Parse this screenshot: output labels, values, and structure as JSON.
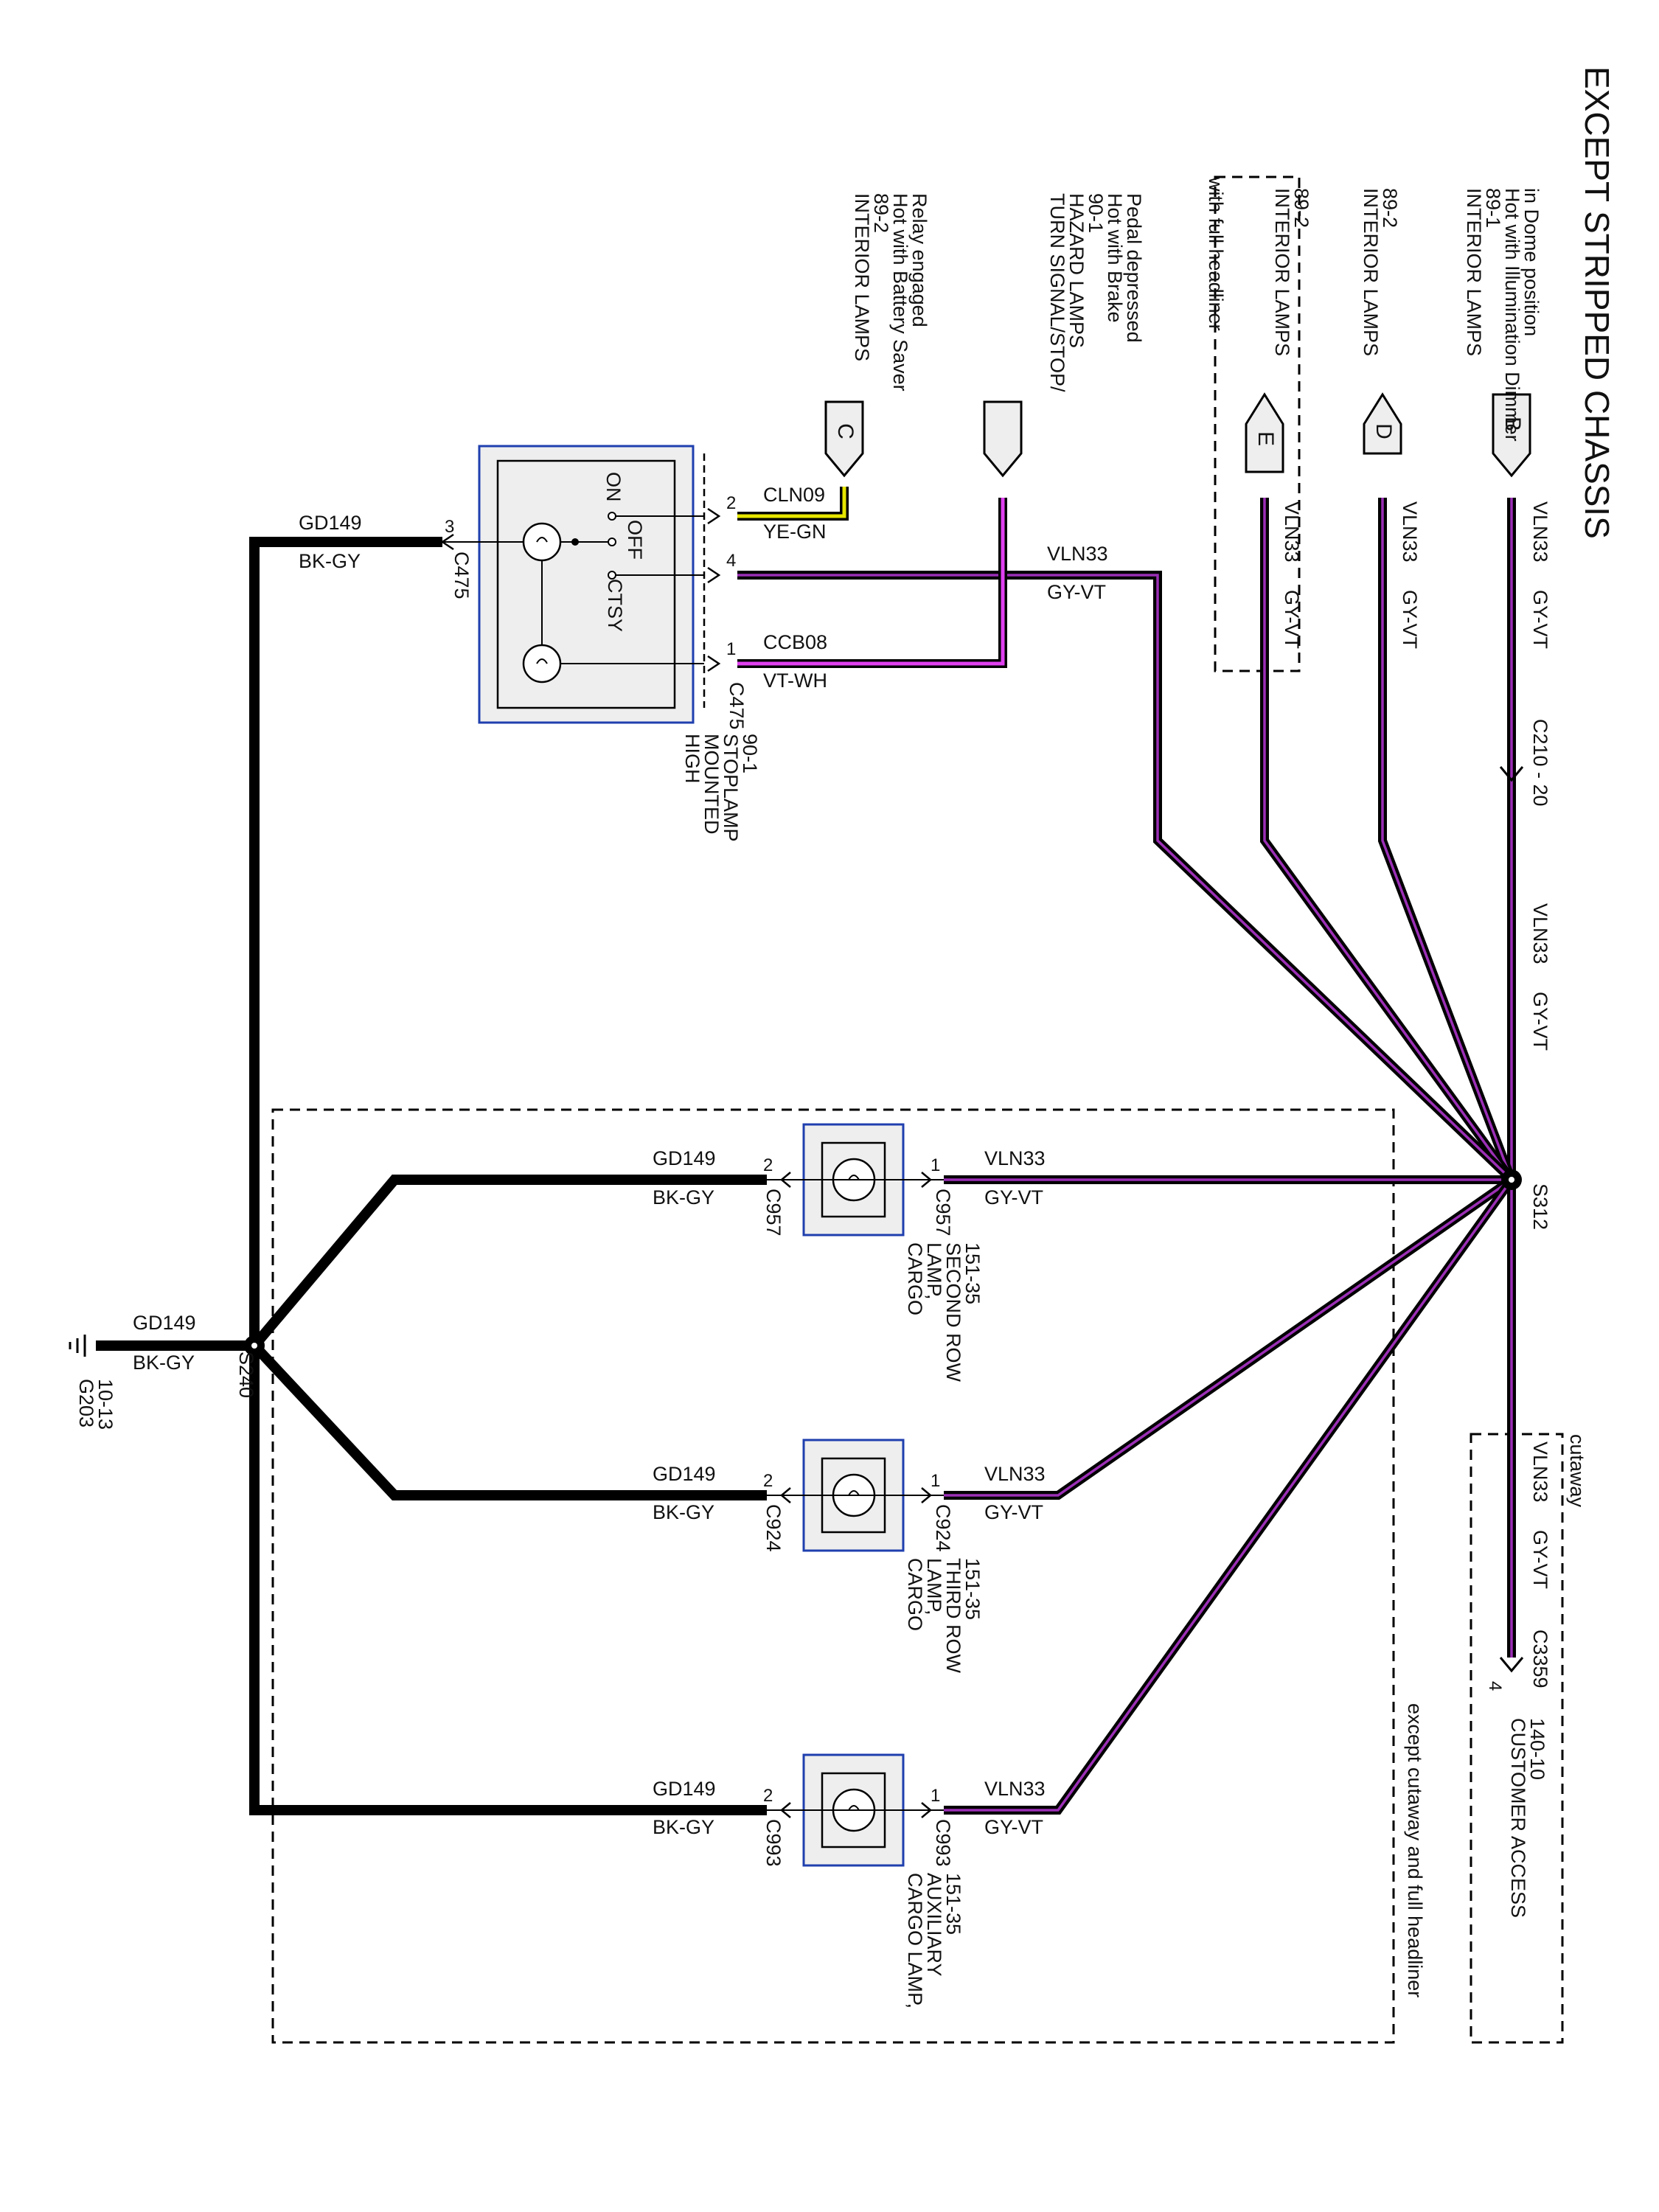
{
  "title": "EXCEPT STRIPPED CHASSIS",
  "colors": {
    "wire_black": "#000000",
    "wire_violet": "#9b2fb5",
    "wire_yellow": "#e6e600",
    "box_border": "#1f3fae",
    "box_fill": "#eeeeee"
  },
  "sources": {
    "b": {
      "letter": "B",
      "lines": [
        "INTERIOR LAMPS",
        "89-1",
        "Hot with Illumination Dimmer",
        "in Dome position"
      ]
    },
    "d": {
      "letter": "D",
      "lines": [
        "INTERIOR LAMPS",
        "89-2"
      ]
    },
    "e": {
      "letter": "E",
      "lines": [
        "INTERIOR LAMPS",
        "89-2"
      ]
    },
    "e_note": "with full headliner",
    "turn": {
      "lines": [
        "TURN SIGNAL/STOP/",
        "HAZARD LAMPS",
        "90-1",
        "Hot with Brake",
        "Pedal depressed"
      ]
    },
    "c": {
      "letter": "C",
      "lines": [
        "INTERIOR LAMPS",
        "89-2",
        "Hot with Battery Saver",
        "Relay engaged"
      ]
    }
  },
  "wires": {
    "vln33": "VLN33",
    "gy_vt": "GY-VT",
    "gy_vt_alt": "GY-VT",
    "gd149": "GD149",
    "bk_gy": "BK-GY",
    "cln09": "CLN09",
    "ye_gn": "YE-GN",
    "ccb08": "CCB08",
    "vt_wh": "VT-WH"
  },
  "connectors": {
    "c210": "C210 - 20",
    "c3359": "C3359",
    "c475": "C475",
    "c957": "C957",
    "c924": "C924",
    "c993": "C993"
  },
  "pins": {
    "p1": "1",
    "p2": "2",
    "p3": "3",
    "p4": "4"
  },
  "splices": {
    "s312": "S312",
    "s240": "S240"
  },
  "ground": {
    "id": "G203",
    "ref": "10-13"
  },
  "switch": {
    "on": "ON",
    "off": "OFF",
    "ctsy": "CTSY"
  },
  "components": {
    "hmsl": [
      "HIGH",
      "MOUNTED",
      "STOPLAMP",
      "90-1"
    ],
    "cargo_second": [
      "CARGO",
      "LAMP,",
      "SECOND ROW",
      "151-35"
    ],
    "cargo_third": [
      "CARGO",
      "LAMP,",
      "THIRD ROW",
      "151-35"
    ],
    "cargo_aux": [
      "CARGO LAMP,",
      "AUXILIARY",
      "151-35"
    ],
    "customer": [
      "CUSTOMER ACCESS",
      "140-10"
    ]
  },
  "notes": {
    "cutaway": "cutaway",
    "except": "except cutaway and full headliner"
  }
}
